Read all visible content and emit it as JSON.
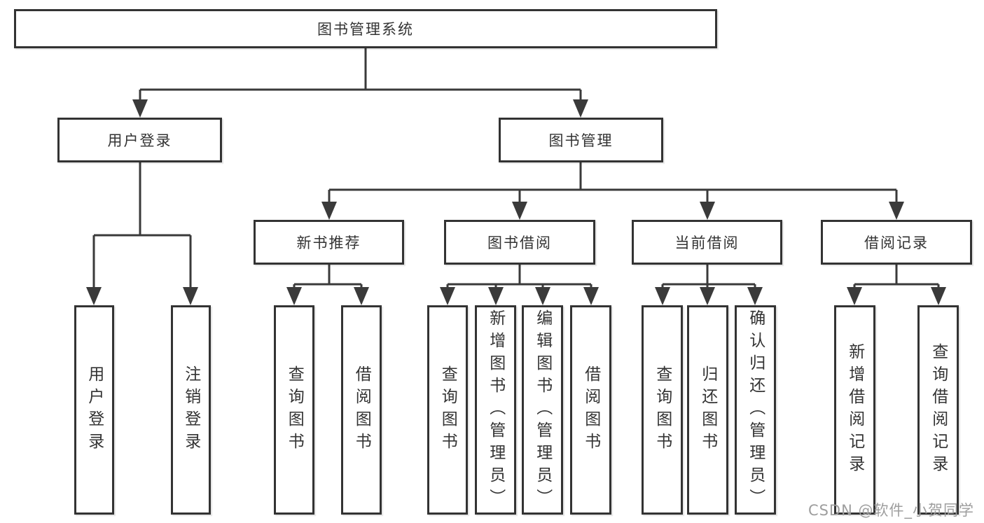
{
  "tree": {
    "label": "图书管理系统",
    "children": [
      {
        "label": "用户登录",
        "children": [
          {
            "label": "用户登录"
          },
          {
            "label": "注销登录"
          }
        ]
      },
      {
        "label": "图书管理",
        "children": [
          {
            "label": "新书推荐",
            "children": [
              {
                "label": "查询图书"
              },
              {
                "label": "借阅图书"
              }
            ]
          },
          {
            "label": "图书借阅",
            "children": [
              {
                "label": "查询图书"
              },
              {
                "label": "新增图书（管理员）"
              },
              {
                "label": "编辑图书（管理员）"
              },
              {
                "label": "借阅图书"
              }
            ]
          },
          {
            "label": "当前借阅",
            "children": [
              {
                "label": "查询图书"
              },
              {
                "label": "归还图书"
              },
              {
                "label": "确认归还（管理员）"
              }
            ]
          },
          {
            "label": "借阅记录",
            "children": [
              {
                "label": "新增借阅记录"
              },
              {
                "label": "查询借阅记录"
              }
            ]
          }
        ]
      }
    ]
  },
  "watermark": {
    "text": "CSDN @软件_小贺同学"
  },
  "colors": {
    "line": "#3a3a3a",
    "box_border": "#333333",
    "box_fill": "#ffffff",
    "text": "#333333",
    "watermark": "#9e9e9e",
    "background": "#ffffff"
  }
}
